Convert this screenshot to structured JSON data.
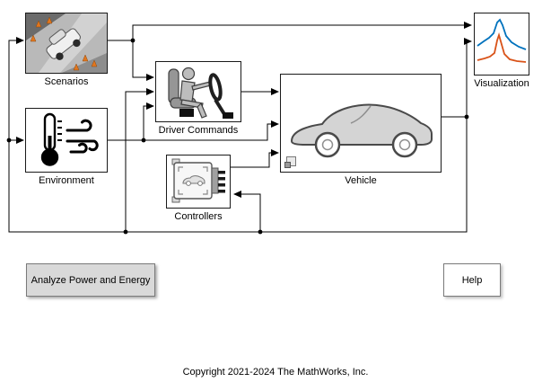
{
  "blocks": {
    "scenarios": {
      "label": "Scenarios"
    },
    "environment": {
      "label": "Environment"
    },
    "driver_commands": {
      "label": "Driver Commands"
    },
    "controllers": {
      "label": "Controllers"
    },
    "vehicle": {
      "label": "Vehicle"
    },
    "visualization": {
      "label": "Visualization"
    }
  },
  "buttons": {
    "analyze": {
      "label": "Analyze Power and Energy"
    },
    "help": {
      "label": "Help"
    }
  },
  "footer": {
    "copyright": "Copyright 2021-2024 The MathWorks, Inc."
  },
  "icons": {
    "scenarios": "driving-scene-thumbnail",
    "environment": "thermometer-and-wind-icon",
    "driver_commands": "driver-seat-steering-icon",
    "controllers": "ecu-module-icon",
    "vehicle": "car-silhouette-icon",
    "vehicle_badge": "block-badge-icon",
    "visualization": "signal-plot-icon"
  },
  "colors": {
    "wire": "#000000",
    "block_border": "#000000",
    "plot_blue": "#0072BD",
    "plot_orange": "#D95319",
    "cone_orange": "#E2761D",
    "button_fill": "#D9D9D9"
  }
}
